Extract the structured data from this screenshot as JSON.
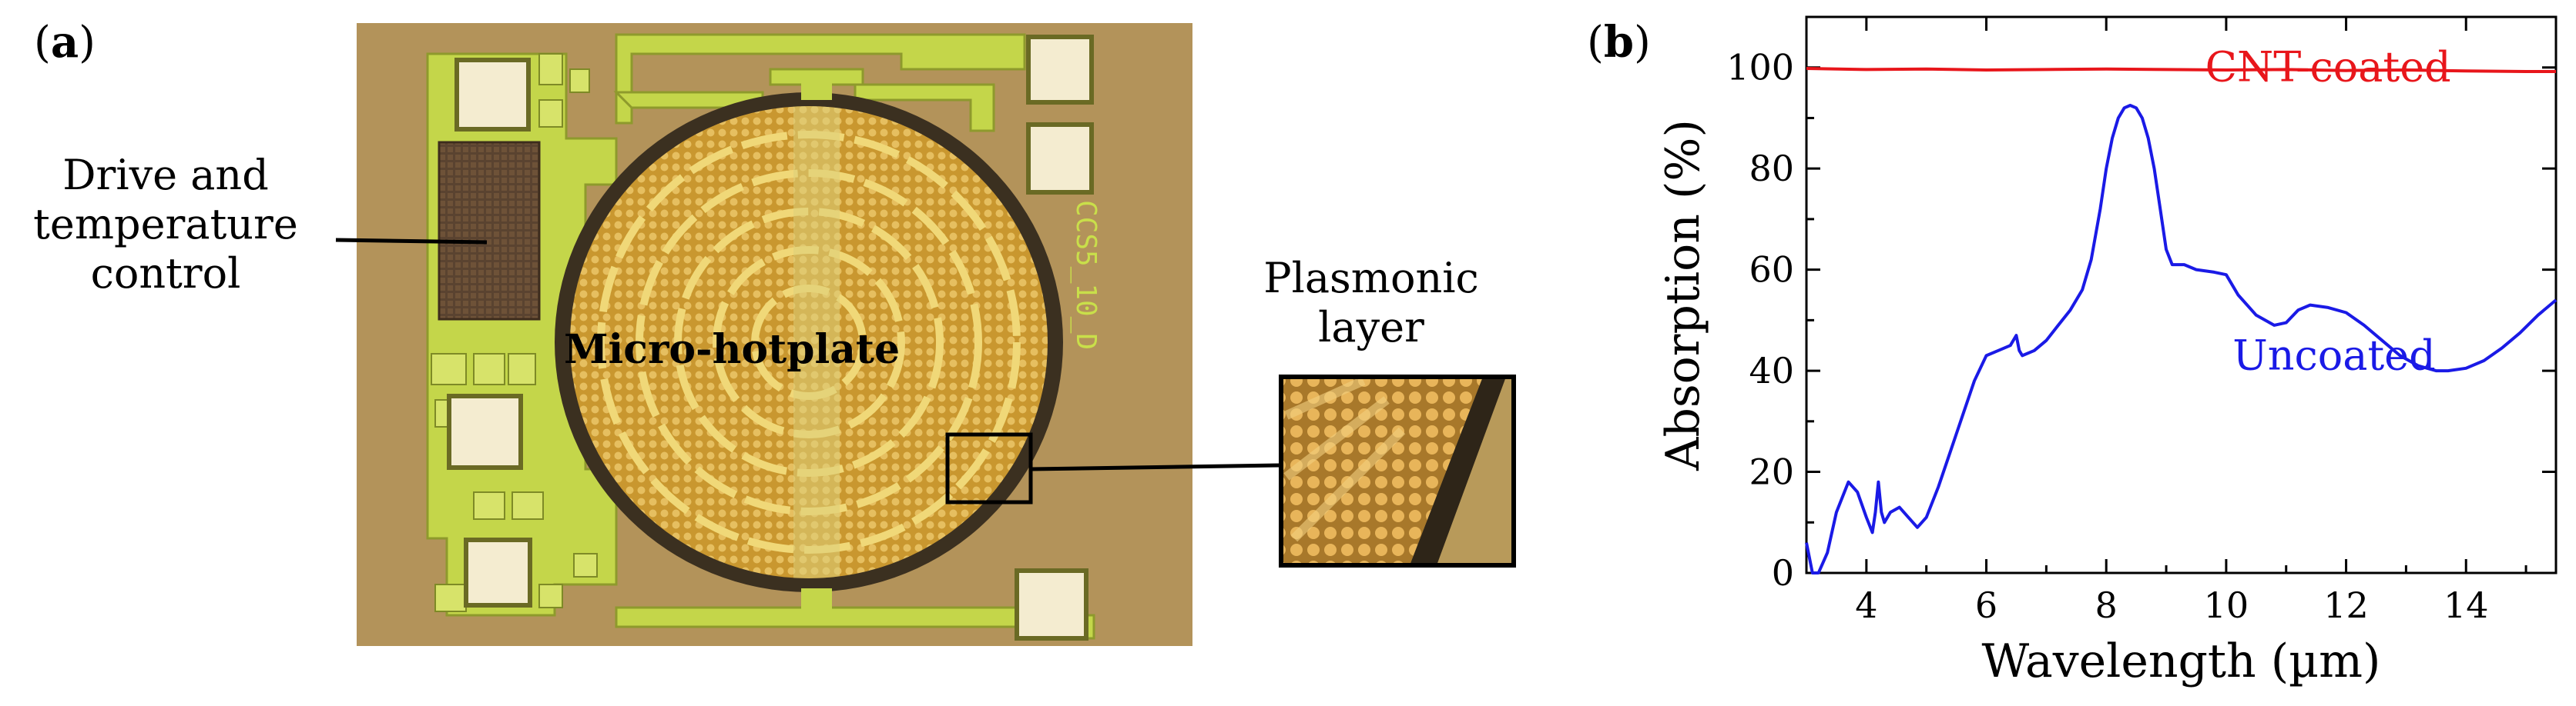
{
  "figure": {
    "panel_a": {
      "label_open": "(",
      "label_letter": "a",
      "label_close": ")",
      "annotations": {
        "drive_line1": "Drive and",
        "drive_line2": "temperature",
        "drive_line3": "control",
        "hotplate": "Micro-hotplate",
        "plasmonic_line1": "Plasmonic",
        "plasmonic_line2": "layer",
        "chip_marking": "CCS5_10_D"
      },
      "colors": {
        "background": "#b3935a",
        "metal_traces": "#c4d64a",
        "pads": "#f4ecd0",
        "plate": "#d4a33c",
        "rim": "#3b3020"
      }
    },
    "panel_b": {
      "label_open": "(",
      "label_letter": "b",
      "label_close": ")"
    }
  },
  "chart_data": {
    "type": "line",
    "xlabel": "Wavelength (µm)",
    "ylabel": "Absorption (%)",
    "xlim": [
      3,
      15.5
    ],
    "ylim": [
      0,
      110
    ],
    "xticks": [
      4,
      6,
      8,
      10,
      12,
      14
    ],
    "yticks": [
      0,
      20,
      40,
      60,
      80,
      100
    ],
    "grid": false,
    "series": [
      {
        "name": "CNT-coated",
        "color": "#e8161b",
        "x": [
          3,
          4,
          5,
          6,
          7,
          8,
          9,
          10,
          11,
          12,
          13,
          14,
          15,
          15.5
        ],
        "y": [
          99.8,
          99.6,
          99.7,
          99.5,
          99.6,
          99.7,
          99.6,
          99.5,
          99.6,
          99.4,
          99.5,
          99.3,
          99.2,
          99.2
        ]
      },
      {
        "name": "Uncoated",
        "color": "#1a1ae6",
        "x": [
          3.0,
          3.05,
          3.1,
          3.2,
          3.35,
          3.5,
          3.7,
          3.85,
          4.0,
          4.1,
          4.15,
          4.2,
          4.25,
          4.3,
          4.4,
          4.55,
          4.7,
          4.85,
          5.0,
          5.2,
          5.4,
          5.6,
          5.8,
          6.0,
          6.2,
          6.4,
          6.5,
          6.55,
          6.6,
          6.8,
          7.0,
          7.2,
          7.4,
          7.6,
          7.75,
          7.9,
          8.0,
          8.1,
          8.2,
          8.3,
          8.4,
          8.5,
          8.6,
          8.7,
          8.8,
          8.9,
          9.0,
          9.1,
          9.3,
          9.5,
          9.8,
          10.0,
          10.2,
          10.5,
          10.8,
          11.0,
          11.2,
          11.4,
          11.7,
          12.0,
          12.3,
          12.6,
          12.9,
          13.2,
          13.5,
          13.7,
          14.0,
          14.3,
          14.6,
          14.9,
          15.2,
          15.5
        ],
        "y": [
          6,
          3,
          0,
          0,
          4,
          12,
          18,
          16,
          11,
          8,
          12,
          18,
          12,
          10,
          12,
          13,
          11,
          9,
          11,
          17,
          24,
          31,
          38,
          43,
          44,
          45,
          47,
          44,
          43,
          44,
          46,
          49,
          52,
          56,
          62,
          72,
          80,
          86,
          90,
          92,
          92.5,
          92,
          90,
          86,
          80,
          72,
          64,
          61,
          61,
          60,
          59.5,
          59,
          55,
          51,
          49,
          49.5,
          52,
          53,
          52.5,
          51.5,
          49,
          46,
          43,
          41,
          40,
          40,
          40.5,
          42,
          44.5,
          47.5,
          51,
          54
        ]
      }
    ],
    "annotations": [
      {
        "text": "CNT-coated",
        "x": 11.7,
        "y": 100,
        "color": "#e8161b"
      },
      {
        "text": "Uncoated",
        "x": 11.8,
        "y": 43,
        "color": "#1a1ae6"
      }
    ]
  }
}
